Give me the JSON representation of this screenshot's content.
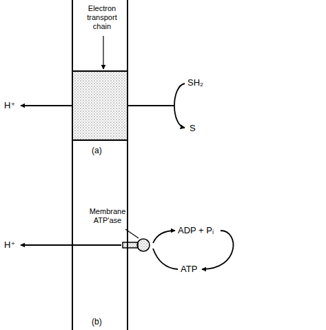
{
  "diagram": {
    "labels": [
      "Electron transport chain",
      "H⁺",
      "SH₂",
      "S",
      "(a)",
      "Membrane ATP'ase",
      "H⁺",
      "ADP + Pᵢ",
      "ATP",
      "(b)"
    ]
  }
}
